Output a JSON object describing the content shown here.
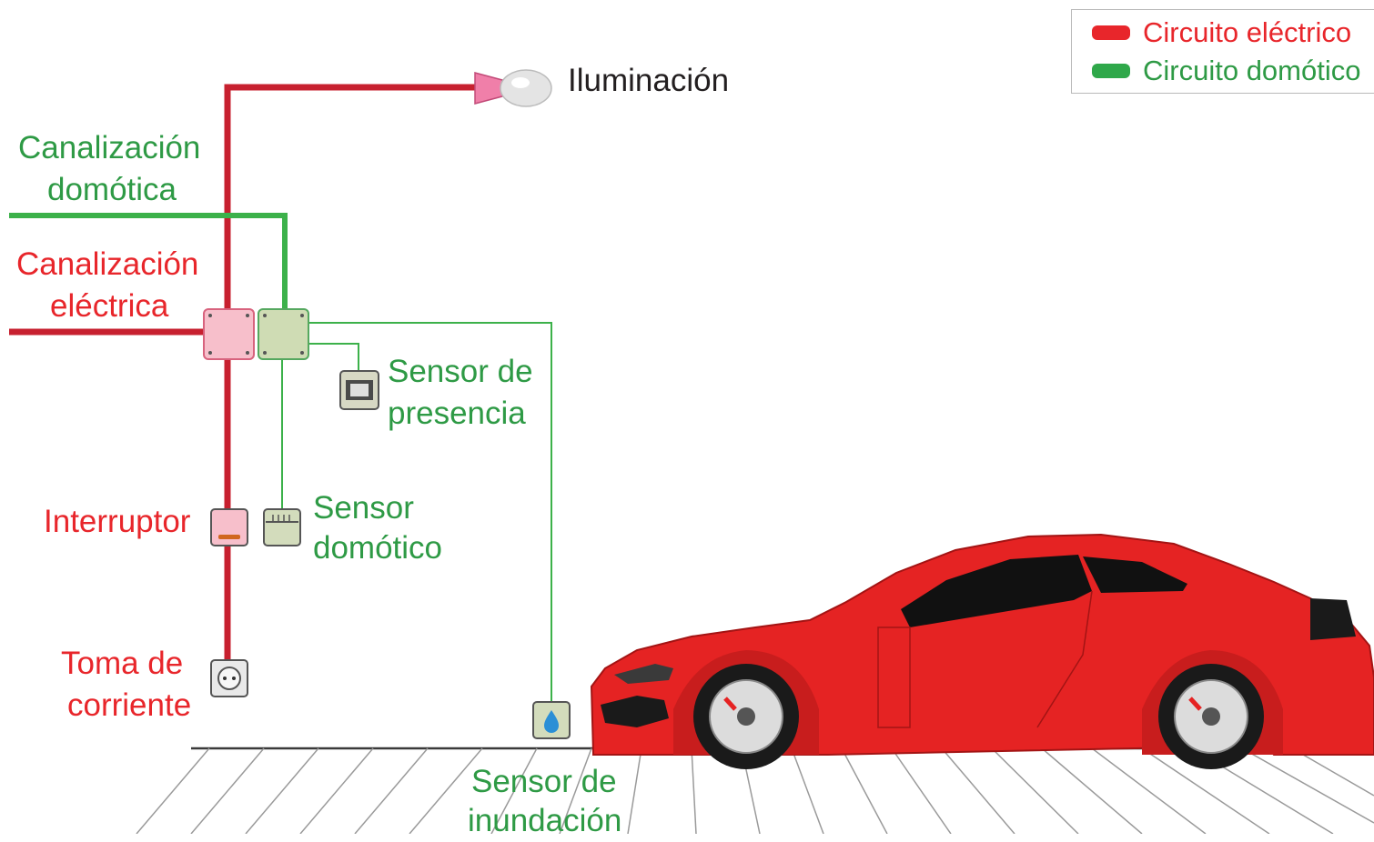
{
  "labels": {
    "lighting": "Iluminación",
    "home_conduit_line1": "Canalización",
    "home_conduit_line2": "domótica",
    "elec_conduit_line1": "Canalización",
    "elec_conduit_line2": "eléctrica",
    "presence_line1": "Sensor de",
    "presence_line2": "presencia",
    "switch": "Interruptor",
    "home_sensor_line1": "Sensor",
    "home_sensor_line2": "domótico",
    "outlet_line1": "Toma de",
    "outlet_line2": "corriente",
    "flood_line1": "Sensor de",
    "flood_line2": "inundación"
  },
  "legend": {
    "items": [
      {
        "label": "Circuito eléctrico",
        "color": "#e8262b"
      },
      {
        "label": "Circuito domótico",
        "color": "#2fa84a"
      }
    ]
  },
  "colors": {
    "electric_wire": "#c7202f",
    "home_wire": "#3cb14a",
    "electric_label": "#e8262b",
    "home_label": "#2e9a45",
    "car_body": "#e52323"
  }
}
